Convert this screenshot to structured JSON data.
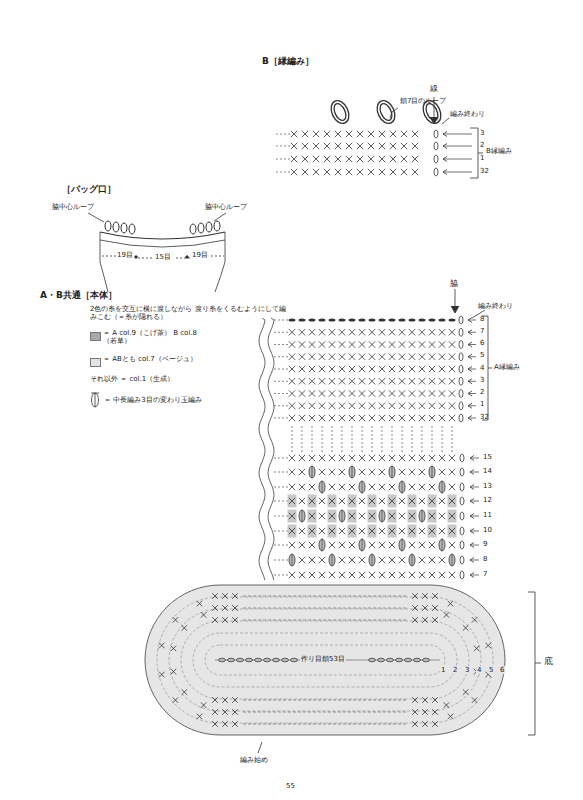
{
  "diagram": {
    "labels": [
      "B［縁編み］",
      "線",
      "鎖7目のループ",
      "編み終わり",
      "3",
      "2",
      "1",
      "32",
      "B縁編み",
      "［バッグ口］",
      "脇中心ループ",
      "脇中心ループ",
      "19目",
      "15目",
      "19目",
      "A・B共通［本体］",
      "2色の糸を交互に横に渡しながら 渡り糸をくるむようにして編みこむ（＝糸が隠れる）",
      "脇",
      "編み終わり",
      "8",
      "7",
      "6",
      "5",
      "4",
      "3",
      "2",
      "1",
      "32",
      "A縁編み",
      "15",
      "14",
      "13",
      "12",
      "11",
      "10",
      "9",
      "8",
      "7",
      "作り目鎖53目",
      "1",
      "2",
      "3",
      "4",
      "5",
      "6",
      "底",
      "編み始め",
      "55"
    ],
    "legend": [
      {
        "text": "＝ A col.9（こげ茶） B col.8（若草）",
        "color": "#a9a9a9"
      },
      {
        "text": "＝ ABとも col.7（ベージュ）",
        "color": "#e3e3e3"
      },
      {
        "text": "それ以外 ＝ col.1（生成）"
      },
      {
        "text": "＝ 中長編み3目の変わり玉編み"
      }
    ]
  }
}
